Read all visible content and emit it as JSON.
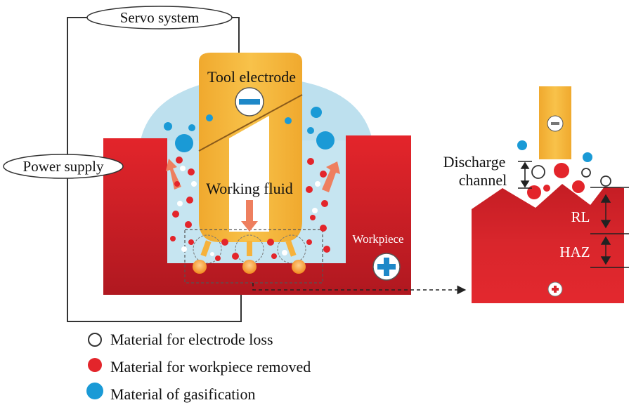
{
  "labels": {
    "servo_system": "Servo system",
    "power_supply": "Power supply",
    "tool_electrode": "Tool electrode",
    "working_fluid": "Working fluid",
    "workpiece": "Workpiece",
    "discharge_channel_line1": "Discharge",
    "discharge_channel_line2": "channel",
    "rl": "RL",
    "haz": "HAZ"
  },
  "legend": {
    "electrode_loss": "Material for electrode loss",
    "workpiece_removed": "Material for workpiece removed",
    "gasification": "Material of gasification"
  },
  "symbols": {
    "minus": "−",
    "plus": "+"
  },
  "colors": {
    "workpiece_red": "#e0282e",
    "workpiece_dark": "#b41c23",
    "electrode_orange": "#f6b23b",
    "fluid_blue": "#b9dfec",
    "gas_blue": "#1a9ad6",
    "arrow_salmon": "#ee7f5f",
    "spark_orange": "#f28c1f"
  }
}
